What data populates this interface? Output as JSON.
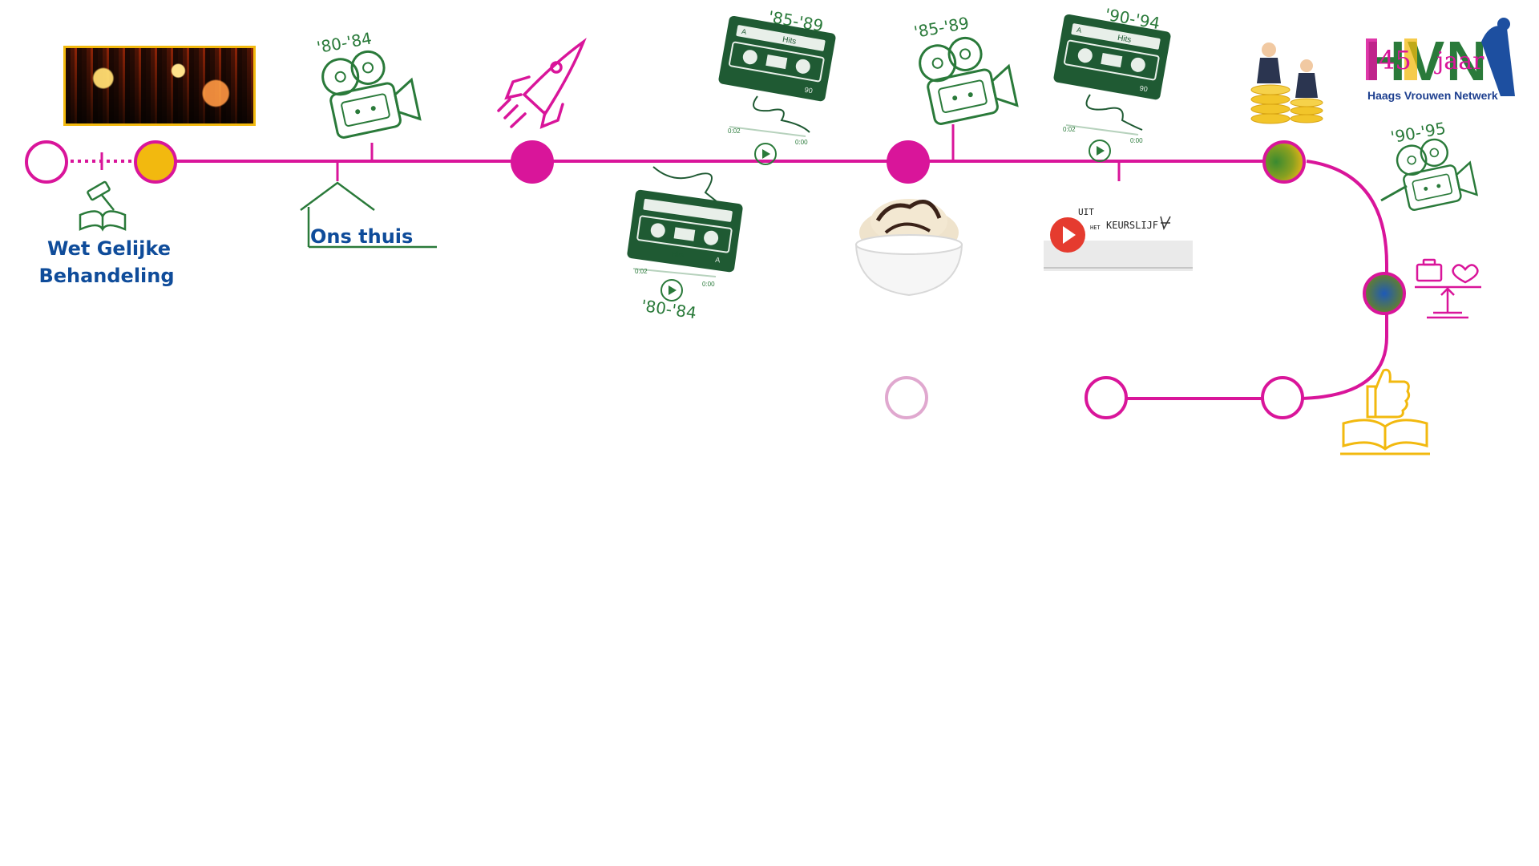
{
  "timeline": {
    "labels": {
      "wet_gelijke": [
        "Wet Gelijke",
        "Behandeling"
      ],
      "ons_thuis": "Ons thuis"
    },
    "eras": {
      "film1": "'80-'84",
      "cassette1": "'85-'89",
      "cassette_below": "'80-'84",
      "film2": "'85-'89",
      "cassette2": "'90-'94",
      "film3": "'90-'95"
    },
    "cassette_text": {
      "side_a": "A",
      "hits": "Hits",
      "ninety": "90",
      "time_start": "0:02",
      "time_end": "0:00"
    },
    "video": {
      "uit": "UIT",
      "het": "HET",
      "keurslijf": "KEURSLIJF"
    }
  },
  "logo": {
    "letters": "HVN",
    "years": "45",
    "jaar": "jaar",
    "subtitle": "Haags Vrouwen Netwerk"
  },
  "colors": {
    "line": "#d9159a",
    "green": "#2a7a3a",
    "dark_green": "#1f5a33",
    "gold": "#f2b90f",
    "blue": "#0f4c9a"
  },
  "icons": [
    "gavel-book-icon",
    "house-icon",
    "film-camera-icon",
    "rocket-icon",
    "cassette-icon",
    "ice-cream-icon",
    "play-icon",
    "coins-people-icon",
    "work-life-balance-icon",
    "thumbs-up-book-icon"
  ]
}
